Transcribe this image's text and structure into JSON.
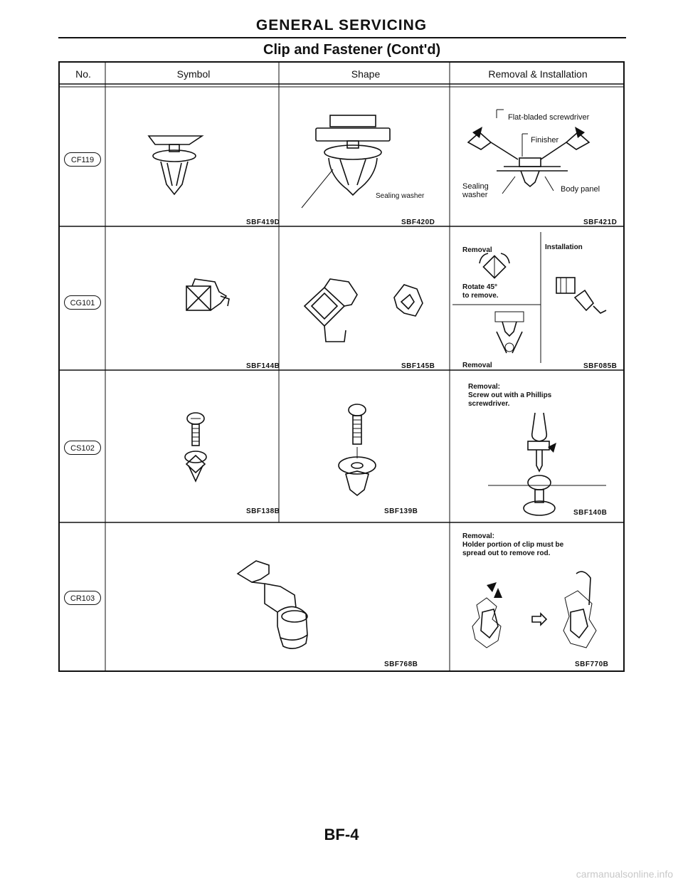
{
  "header": {
    "title": "GENERAL SERVICING",
    "subtitle": "Clip and Fastener (Cont'd)"
  },
  "table": {
    "columns": [
      "No.",
      "Symbol",
      "Shape",
      "Removal & Installation"
    ],
    "rows": [
      {
        "code": "CF119",
        "symbol_ref": "SBF419D",
        "shape_ref": "SBF420D",
        "shape_label": "Sealing washer",
        "removal_ref": "SBF421D",
        "removal_labels": {
          "tool": "Flat-bladed screwdriver",
          "finisher": "Finisher",
          "sealing": "Sealing",
          "washer": "washer",
          "body_panel": "Body panel"
        }
      },
      {
        "code": "CG101",
        "symbol_ref": "SBF144B",
        "shape_ref": "SBF145B",
        "removal_ref": "SBF085B",
        "removal_labels": {
          "removal_top": "Removal",
          "installation": "Installation",
          "rotate_1": "Rotate 45°",
          "rotate_2": "to remove.",
          "removal_bottom": "Removal"
        }
      },
      {
        "code": "CS102",
        "symbol_ref": "SBF138B",
        "shape_ref": "SBF139B",
        "removal_ref": "SBF140B",
        "removal_note": [
          "Removal:",
          "Screw out with a Phillips",
          "screwdriver."
        ]
      },
      {
        "code": "CR103",
        "combined_ref": "SBF768B",
        "removal_ref": "SBF770B",
        "removal_note": [
          "Removal:",
          "Holder portion of clip must be",
          "spread out to remove rod."
        ]
      }
    ]
  },
  "footer": {
    "page": "BF-4",
    "watermark": "carmanualsonline.info"
  }
}
